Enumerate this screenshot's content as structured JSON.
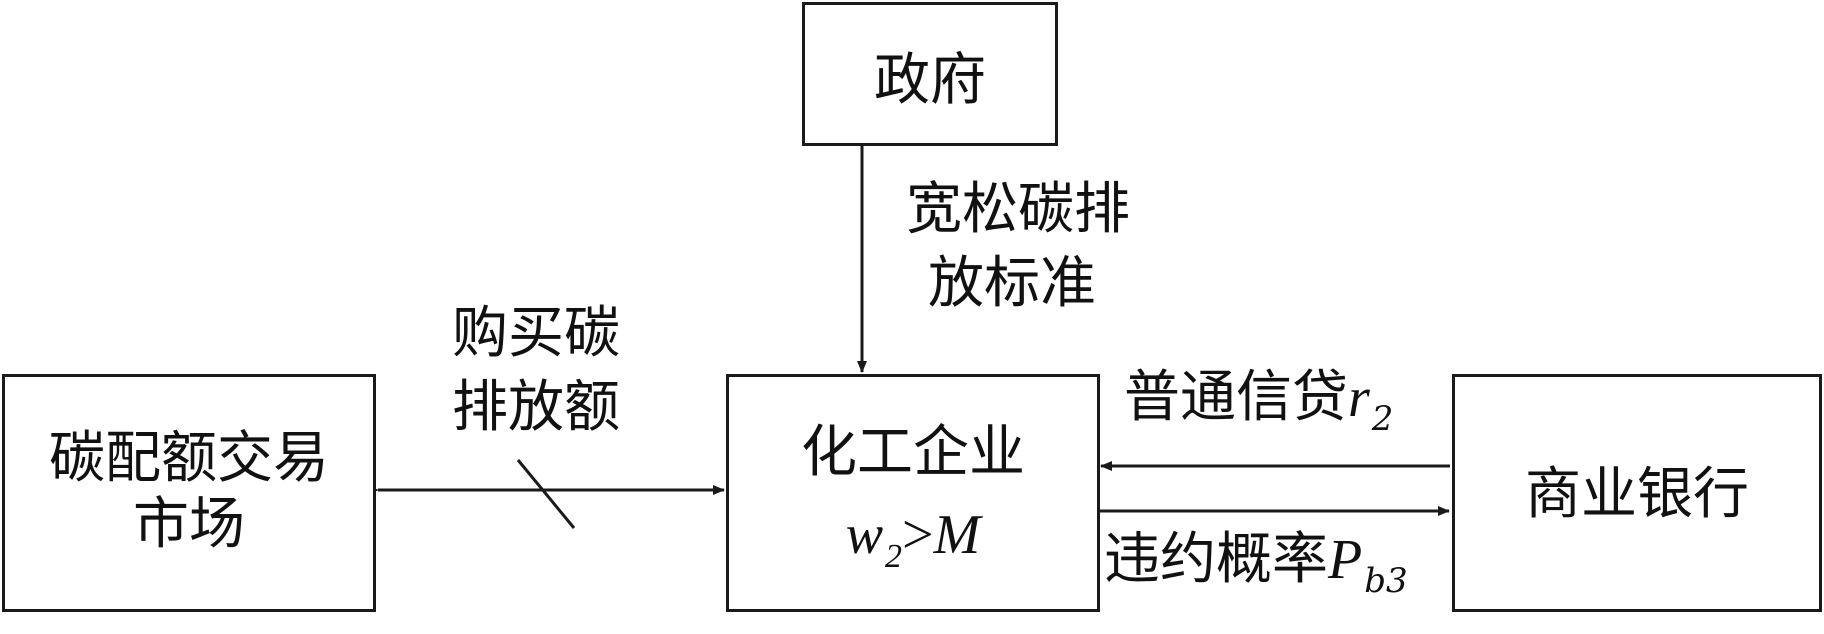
{
  "nodes": {
    "government": "政府",
    "enterprise": "化工企业",
    "enterprise_condition": {
      "var": "w",
      "var_sub": "2",
      "op": ">",
      "rhs": "M"
    },
    "carbon_market_line1": "碳配额交易",
    "carbon_market_line2": "市场",
    "bank": "商业银行"
  },
  "edges": {
    "gov_to_enterprise": {
      "line1": "宽松碳排",
      "line2": "放标准"
    },
    "market_enterprise": {
      "line1": "购买碳",
      "line2": "排放额"
    },
    "bank_to_enterprise": {
      "text": "普通信贷",
      "var": "r",
      "var_sub": "2"
    },
    "enterprise_to_bank": {
      "text": "违约概率",
      "var": "P",
      "var_sub": "b3"
    }
  },
  "colors": {
    "stroke": "#1a1a1a",
    "background": "#ffffff"
  }
}
